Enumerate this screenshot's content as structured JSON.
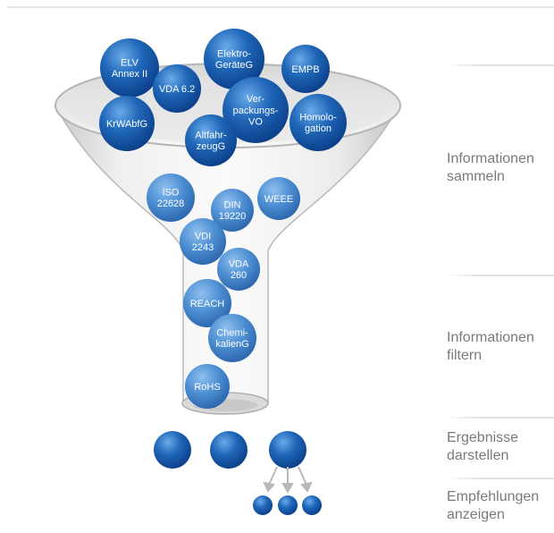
{
  "colors": {
    "bubble": "#1c64b6",
    "bubble_light": "#5ea1e6",
    "bubble_dark": "#0a3c86",
    "label_text": "#7a7a7a",
    "rule": "#e2e2e2"
  },
  "bubbles_top": [
    {
      "label": "ELV\nAnnex II"
    },
    {
      "label": "Elektro-\nGeräteG"
    },
    {
      "label": "EMPB"
    },
    {
      "label": "VDA 6.2"
    },
    {
      "label": "Ver-\npackungs-\nVO"
    },
    {
      "label": "KrWAbfG"
    },
    {
      "label": "Homolo-\ngation"
    },
    {
      "label": "Altfahr-\nzeugG"
    }
  ],
  "bubbles_middle": [
    {
      "label": "ISO\n22628"
    },
    {
      "label": "DIN\n19220"
    },
    {
      "label": "WEEE"
    },
    {
      "label": "VDI\n2243"
    },
    {
      "label": "VDA\n260"
    },
    {
      "label": "REACH"
    },
    {
      "label": "Chemi-\nkalienG"
    },
    {
      "label": "RoHS"
    }
  ],
  "results_count": 3,
  "recommendations_count": 3,
  "stages": [
    {
      "label": "Informationen\nsammeln"
    },
    {
      "label": "Informationen\nfiltern"
    },
    {
      "label": "Ergebnisse\ndarstellen"
    },
    {
      "label": "Empfehlungen\nanzeigen"
    }
  ]
}
